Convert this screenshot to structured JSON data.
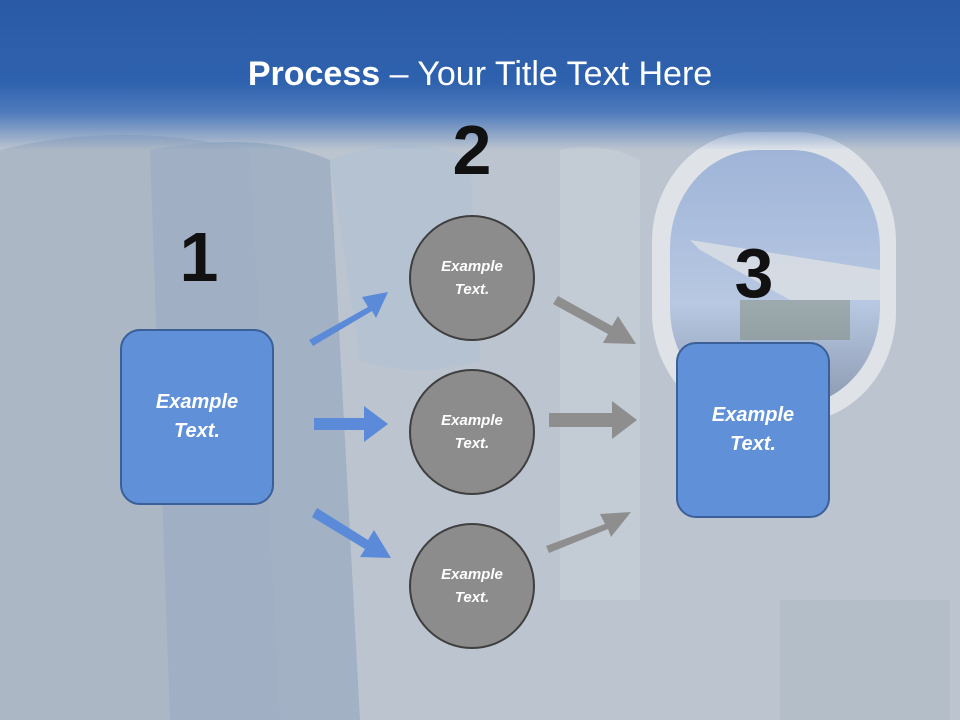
{
  "title": {
    "bold": "Process",
    "rest": " – Your Title Text Here"
  },
  "steps": [
    {
      "number": "1",
      "text": "Example\nText."
    },
    {
      "number": "2",
      "circles": [
        "Example\nText.",
        "Example\nText.",
        "Example\nText."
      ]
    },
    {
      "number": "3",
      "text": "Example\nText."
    }
  ],
  "colors": {
    "header": "#2a5aa6",
    "box_fill": "#6090d8",
    "circle_fill": "#8c8c8c",
    "blue_arrow": "#5a8ad8",
    "gray_arrow": "#8e8e8e"
  }
}
